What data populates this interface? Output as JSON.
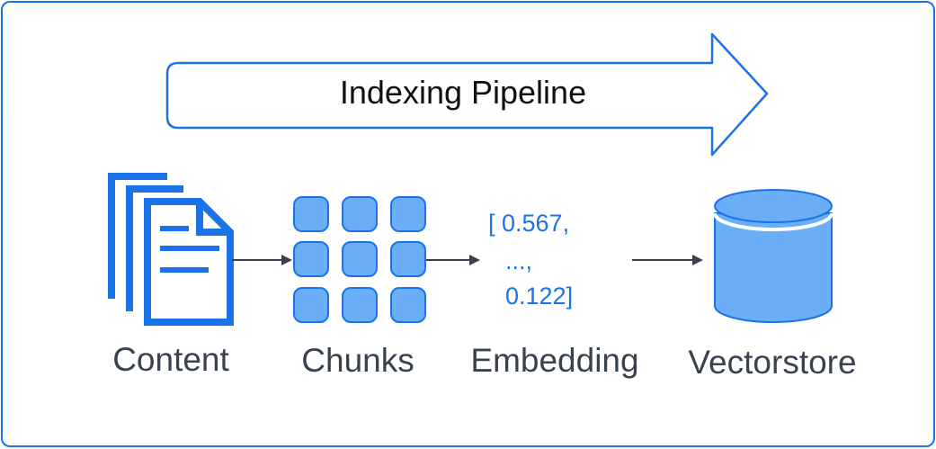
{
  "banner": {
    "title": "Indexing Pipeline"
  },
  "stages": [
    {
      "label": "Content"
    },
    {
      "label": "Chunks"
    },
    {
      "label": "Embedding"
    },
    {
      "label": "Vectorstore"
    }
  ],
  "embedding_values": {
    "line1": "[ 0.567,",
    "line2": "...,",
    "line3": "0.122]"
  },
  "colors": {
    "border": "#1a73e8",
    "accent": "#1a73e8",
    "fill": "#6aaef7",
    "text": "#3a4250",
    "arrow": "#3a3f4b"
  },
  "icons": [
    "document-stack-icon",
    "chunk-grid-icon",
    "database-cylinder-icon"
  ]
}
